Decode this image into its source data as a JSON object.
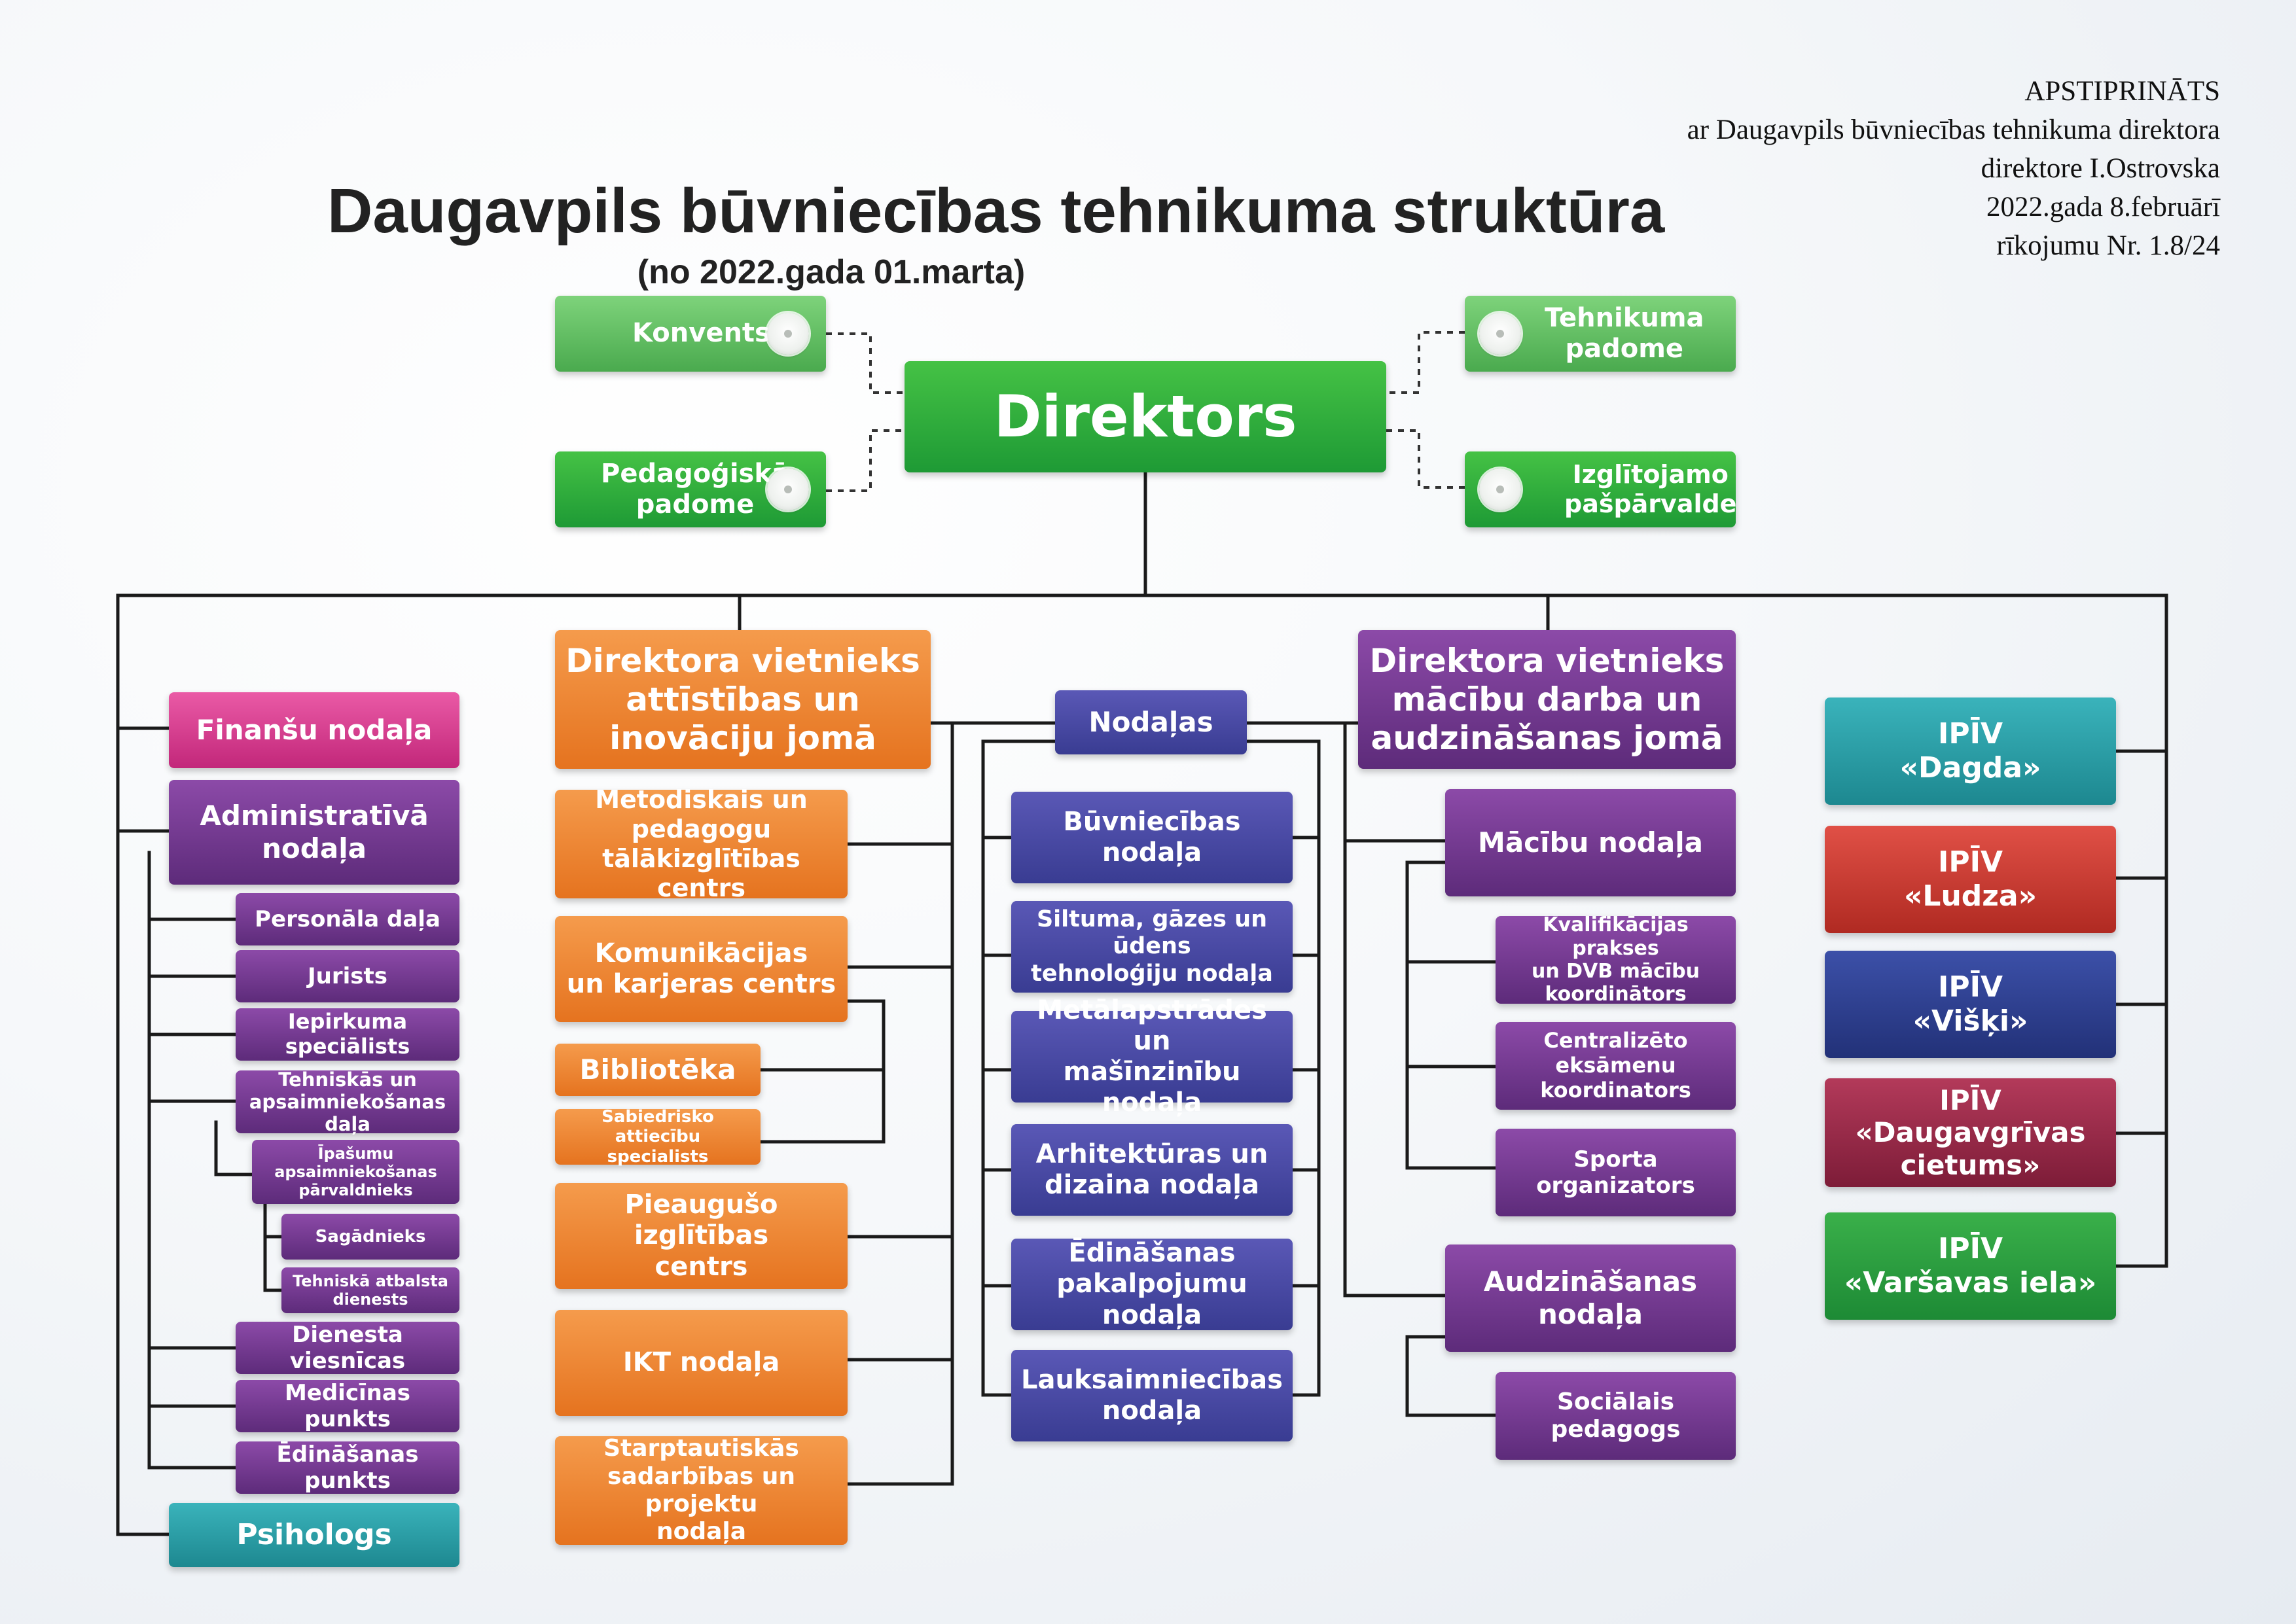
{
  "approval": [
    "APSTIPRINĀTS",
    "ar Daugavpils būvniecības tehnikuma direktora",
    "direktore I.Ostrovska",
    "2022.gada 8.februārī",
    "rīkojumu Nr. 1.8/24"
  ],
  "title": "Daugavpils būvniecības tehnikuma struktūra",
  "subtitle": "(no 2022.gada 01.marta)",
  "top": {
    "director": "Direktors",
    "konvents": "Konvents",
    "ped_padome": "Pedagoģiskā\npadome",
    "teh_padome": "Tehnikuma\npadome",
    "pasparvalde": "Izglītojamo\npašpārvalde"
  },
  "left": {
    "finansu": "Finanšu nodaļa",
    "admin": "Administratīvā\nnodaļa",
    "personala": "Personāla daļa",
    "jurists": "Jurists",
    "iepirkuma": "Iepirkuma speciālists",
    "tehniskas": "Tehniskās un\napsaimniekošanas daļa",
    "ipasumu": "Īpašumu\napsaimniekošanas\npārvaldnieks",
    "sagadnieks": "Sagādnieks",
    "atbalsta": "Tehniskā atbalsta\ndienests",
    "viesnicas": "Dienesta viesnīcas",
    "mediciinas": "Medicīnas punkts",
    "edinasanas": "Ēdināšanas punkts",
    "psihologs": "Psihologs"
  },
  "dev": {
    "deputy": "Direktora vietnieks\nattīstības un\ninovāciju jomā",
    "metodiskais": "Metodiskais un\npedagogu\ntālākizglītības centrs",
    "komunikacijas": "Komunikācijas\nun karjeras centrs",
    "biblioteka": "Bibliotēka",
    "sabiedrisko": "Sabiedrisko attiecību\nspecialists",
    "pieauguso": "Pieaugušo izglītības\ncentrs",
    "ikt": "IKT nodaļa",
    "starptautiskas": "Starptautiskās\nsadarbības un projektu\nnodaļa"
  },
  "nodalas": {
    "header": "Nodaļas",
    "items": [
      "Būvniecības nodaļa",
      "Siltuma, gāzes un ūdens\ntehnoloģiju nodaļa",
      "Metālapstrādes un\nmašīnzinību nodaļa",
      "Arhitektūras un\ndizaina nodaļa",
      "Ēdināšanas\npakalpojumu nodaļa",
      "Lauksaimniecības\nnodaļa"
    ]
  },
  "edu": {
    "deputy": "Direktora vietnieks\nmācību darba un\naudzināšanas jomā",
    "macibu": "Mācību nodaļa",
    "kvalifikacijas": "Kvalifikācijas prakses\nun DVB mācību\nkoordinātors",
    "centralizeto": "Centralizēto\neksāmenu\nkoordinators",
    "sporta": "Sporta\norganizators",
    "audzinasanas": "Audzināšanas\nnodaļa",
    "socialais": "Sociālais\npedagogs"
  },
  "ipiv": [
    "IPĪV\n«Dagda»",
    "IPĪV\n«Ludza»",
    "IPĪV\n«Višķi»",
    "IPĪV\n«Daugavgrīvas\ncietums»",
    "IPĪV\n«Varšavas iela»"
  ],
  "colors": {
    "green": "#1e9a35",
    "light_green": "#4aaa4e",
    "orange": "#e5731f",
    "purple": "#5d2b7a",
    "navy": "#393c92",
    "pink": "#c2277a",
    "teal": "#1d8890",
    "red": "#b02a22",
    "blue": "#223178",
    "maroon": "#7d1c38",
    "line": "#1a1a1a"
  }
}
